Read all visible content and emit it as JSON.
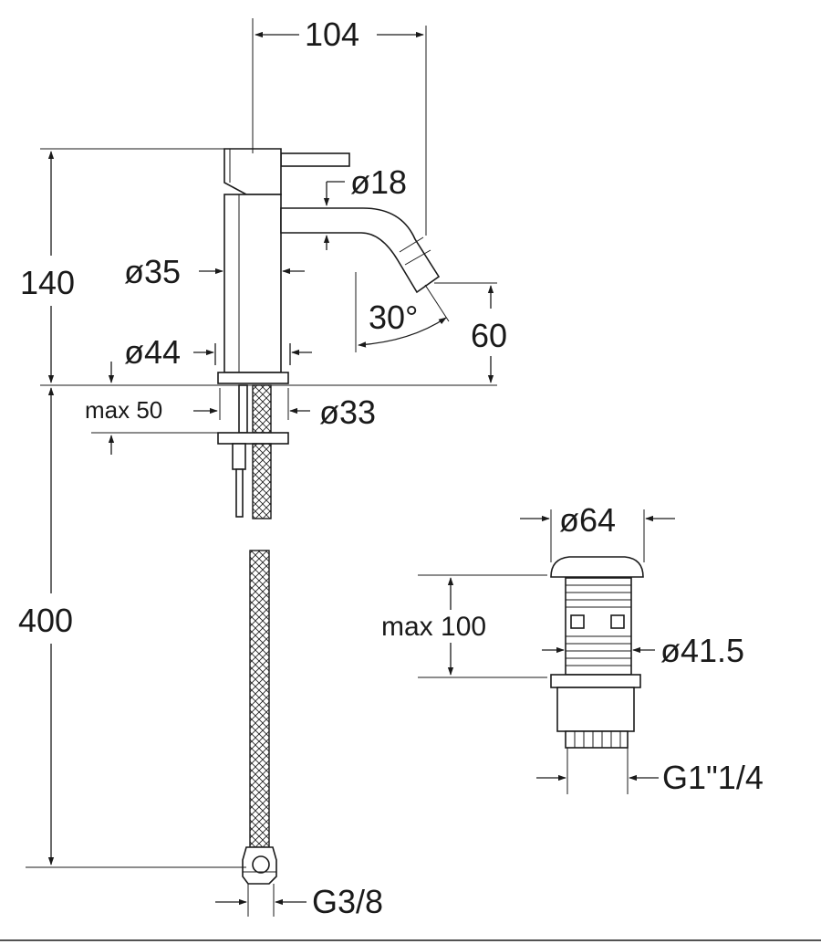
{
  "dimensions": {
    "spout_reach": "104",
    "spout_diameter": "ø18",
    "total_height": "140",
    "body_diameter": "ø35",
    "spout_angle": "30°",
    "spout_height": "60",
    "base_diameter": "ø44",
    "max_deck": "max 50",
    "shank_diameter": "ø33",
    "hose_length": "400",
    "hose_connection": "G3/8"
  },
  "waste": {
    "cap_diameter": "ø64",
    "max_height": "max 100",
    "body_diameter": "ø41.5",
    "thread": "G1\"1/4"
  }
}
